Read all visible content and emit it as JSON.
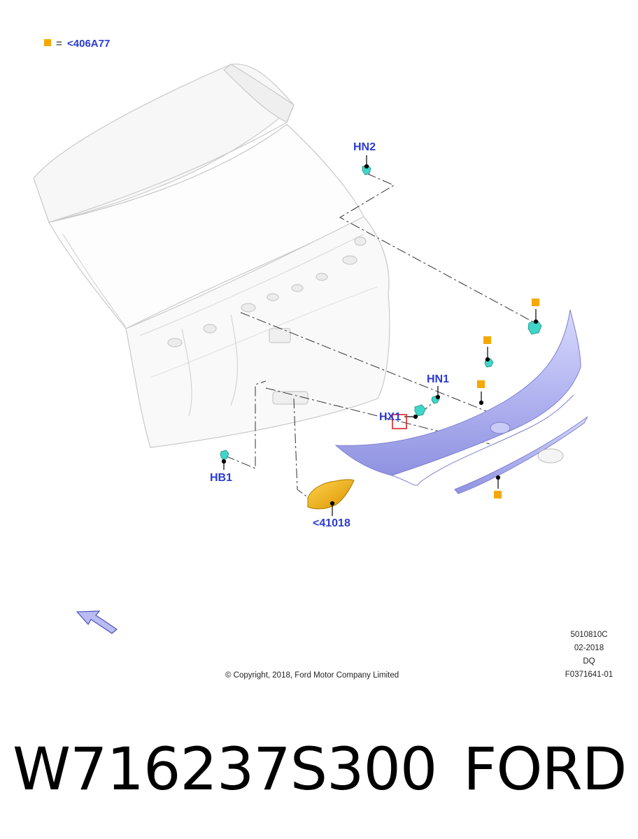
{
  "legend": {
    "symbol_color": "#f5a800",
    "equals": "=",
    "ref": "<406A77"
  },
  "callouts": {
    "hn2": "HN2",
    "hn1": "HN1",
    "hx1": "HX1",
    "hb1": "HB1",
    "ref_41018": "<41018"
  },
  "footer": {
    "copyright": "© Copyright, 2018, Ford Motor Company Limited",
    "code_lines": [
      "5010810C",
      "02-2018",
      "DQ",
      "F0371641-01"
    ]
  },
  "part": {
    "number": "W716237S300",
    "brand": "FORD"
  },
  "colors": {
    "callout_blue": "#2a3bd6",
    "highlight_part": "#b4b6f0",
    "fastener": "#3fd6c8",
    "bracket_orange": "#f0b400",
    "highlight_box": "#e0202a"
  }
}
